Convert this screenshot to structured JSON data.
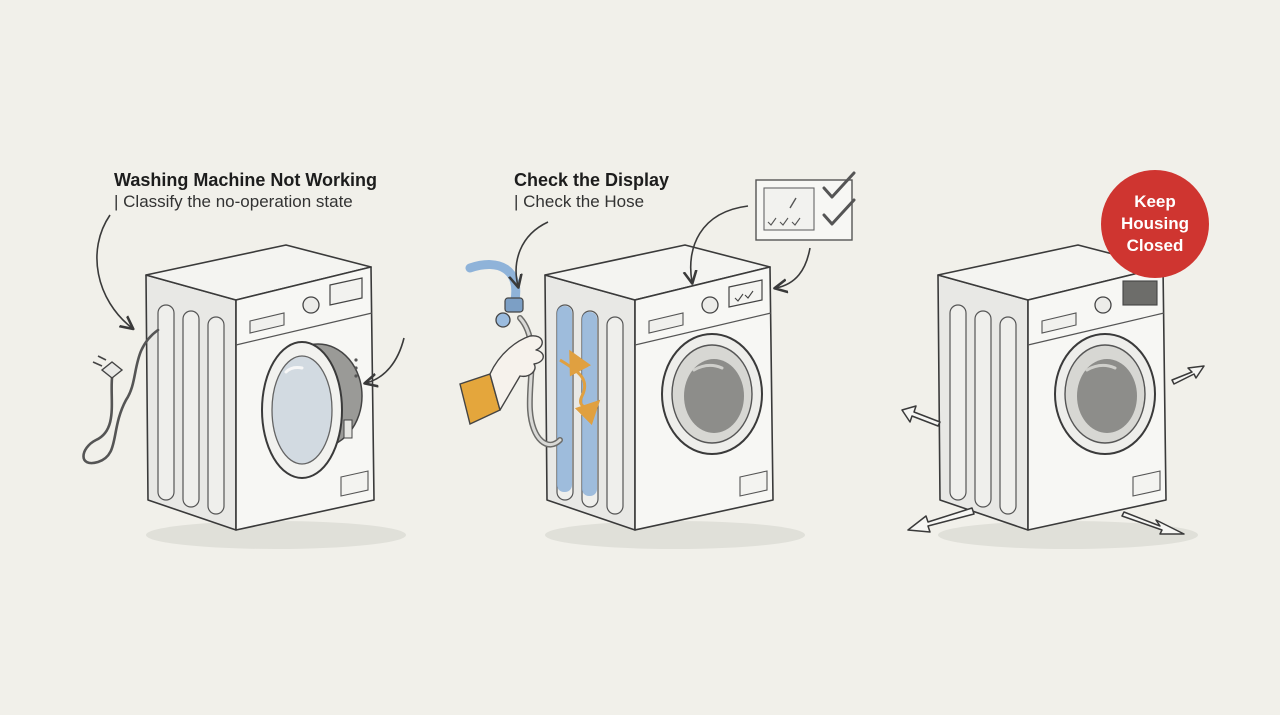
{
  "panels": [
    {
      "title": "Washing Machine Not Working",
      "subtitle": "| Classify the no-operation state"
    },
    {
      "title": "Check the Display",
      "subtitle": "| Check the Hose"
    },
    {
      "badge": {
        "line1": "Keep",
        "line2": "Housing",
        "line3": "Closed"
      }
    }
  ],
  "colors": {
    "background": "#f1f0ea",
    "ink": "#3a3a3a",
    "hose_highlight": "#8fb3d9",
    "arrow_accent": "#e0a040",
    "hand_sleeve": "#e4a63c",
    "badge": "#cf3530"
  },
  "icons": [
    "power-plug-icon",
    "checkmark-icon",
    "water-hose-icon",
    "hand-icon",
    "move-arrow-icon"
  ]
}
